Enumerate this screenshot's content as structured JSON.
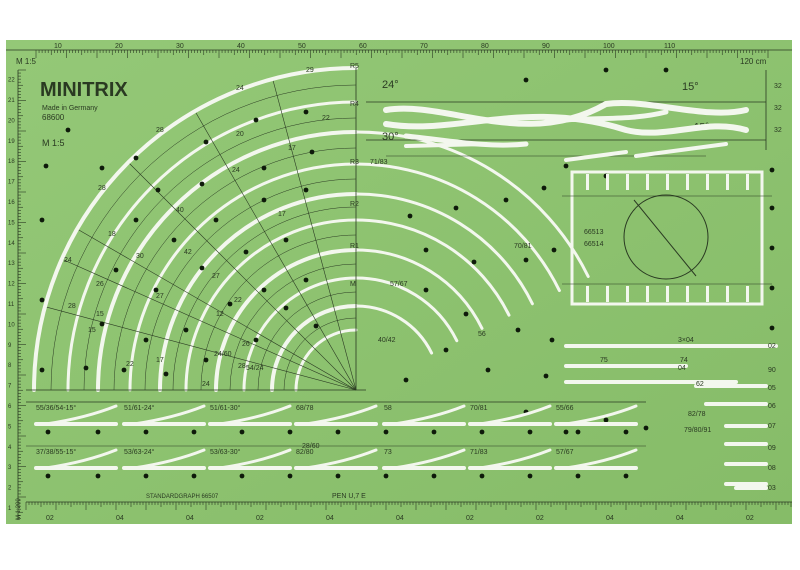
{
  "brand": {
    "name": "MINITRIX",
    "made_in": "Made in Germany",
    "article": "68600",
    "scale": "M 1:5"
  },
  "top_ruler": {
    "corner_label": "M 1:5",
    "ticks": [
      "10",
      "20",
      "30",
      "40",
      "50",
      "60",
      "70",
      "80",
      "90",
      "100",
      "110"
    ],
    "end_label": "120 cm"
  },
  "left_ruler": {
    "ticks": [
      "1",
      "2",
      "3",
      "4",
      "5",
      "6",
      "7",
      "8",
      "9",
      "10",
      "11",
      "12",
      "13",
      "14",
      "15",
      "16",
      "17",
      "18",
      "19",
      "20",
      "21",
      "22"
    ],
    "bottom_label": "M 1:200"
  },
  "bottom_ruler": {
    "labels": [
      "02",
      "04",
      "04",
      "02",
      "04",
      "04",
      "02",
      "02",
      "04",
      "04",
      "02"
    ]
  },
  "radius_labels": [
    "R5",
    "R4",
    "R3",
    "R2",
    "R1",
    "M"
  ],
  "arc_labels": [
    "29",
    "24",
    "28",
    "17",
    "28",
    "18",
    "40",
    "24",
    "22",
    "20",
    "17",
    "42",
    "30",
    "27",
    "27",
    "12",
    "15",
    "26",
    "24",
    "28",
    "22",
    "15",
    "26",
    "22",
    "17",
    "24",
    "40/42",
    "28",
    "57/67",
    "56",
    "70/81",
    "71/83",
    "54/24",
    "24/60",
    "28/60"
  ],
  "angle_labels": [
    "24°",
    "15°",
    "30°"
  ],
  "turnout_labels": [
    "55/36/54-15°",
    "51/61-24°",
    "51/61-30°",
    "68/78",
    "58",
    "70/81",
    "55/66",
    "37/38/55-15°",
    "53/63-24°",
    "53/63-30°",
    "82/80",
    "73",
    "71/83",
    "57/67"
  ],
  "straight_labels": [
    "3×04",
    "02",
    "75",
    "74",
    "04",
    "90",
    "62",
    "05",
    "06",
    "82/78",
    "07",
    "79/80/91",
    "09",
    "08",
    "03"
  ],
  "right_scale": [
    "15°",
    "32",
    "32",
    "32"
  ],
  "box_labels": [
    "66513",
    "66514"
  ],
  "bottom_text": {
    "standardgraph": "STANDARDGRAPH 66507",
    "pen": "PEN U,7 E"
  },
  "colors": {
    "plate": "#8dc46e",
    "cutout": "#f3f7ee",
    "print": "#2a3a22"
  }
}
